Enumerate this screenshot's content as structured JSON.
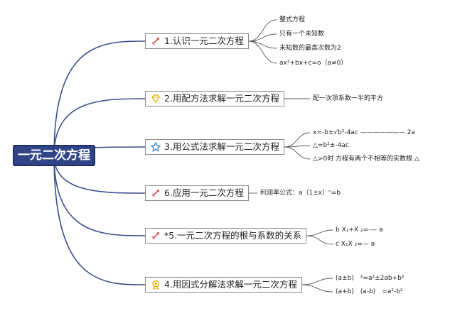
{
  "root": {
    "label": "一元二次方程"
  },
  "topics": [
    {
      "id": "t1",
      "label": "1.认识一元二次方程",
      "icon": "pin-icon",
      "icon_color": "#d9534f",
      "leaves": [
        "整式方程",
        "只有一个未知数",
        "未知数的最高次数为2",
        "ax²+bx+c=o（a≠0）"
      ]
    },
    {
      "id": "t2",
      "label": "2.用配方法求解一元二次方程",
      "icon": "gem-icon",
      "icon_color": "#e0b000",
      "leaves": [
        "配一次项系数一半的平方"
      ]
    },
    {
      "id": "t3",
      "label": "3.用公式法求解一元二次方程",
      "icon": "star-icon",
      "icon_color": "#2c7cc7",
      "leaves": [
        "x=-b±√b²-4ac ——————— 2a",
        "△=b²±-4ac",
        "△>0时 方程有两个不相等的实数根 △"
      ]
    },
    {
      "id": "t4",
      "label": "6.应用一元二次方程",
      "icon": "pin-icon",
      "icon_color": "#d9534f",
      "leaves": [
        "利润率公式：a（1±x）ⁿ=b"
      ]
    },
    {
      "id": "t5",
      "label": "*5.一元二次方程的根与系数的关系",
      "icon": "pin-icon",
      "icon_color": "#d9534f",
      "leaves": [
        "b X₁+X ₂=-— a",
        "c X₁X ₂=— a"
      ]
    },
    {
      "id": "t6",
      "label": "4.用因式分解法求解一元二次方程",
      "icon": "medal-icon",
      "icon_color": "#e0a800",
      "leaves": [
        "(a±b)　²=a²±2ab+b²",
        "(a+b)　(a-b)　=a²-b²"
      ]
    }
  ],
  "colors": {
    "root_fill": "#2f4588",
    "branch": "#3b4f8f",
    "topic_border": "#8a8a8a"
  }
}
